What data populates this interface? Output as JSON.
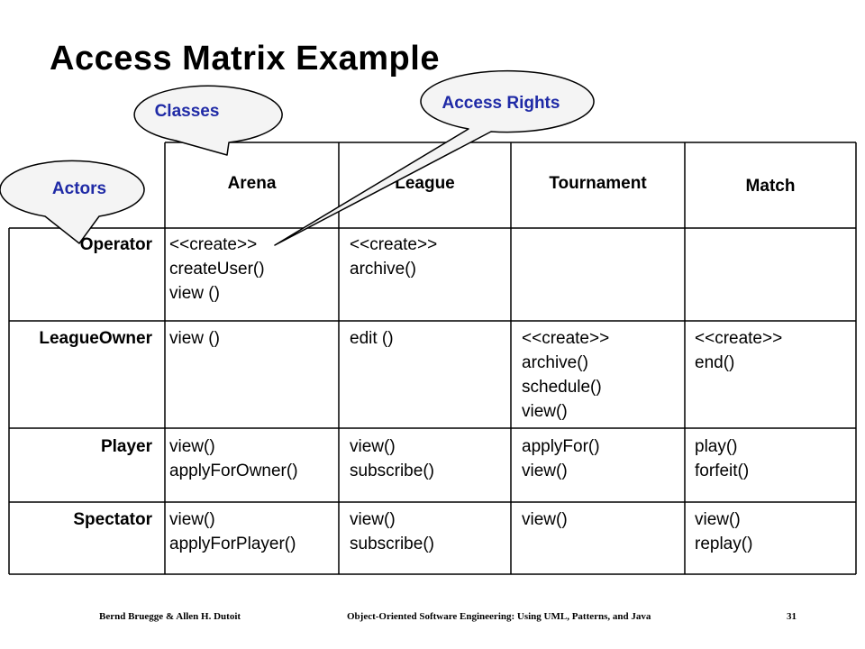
{
  "title": "Access Matrix Example",
  "callouts": {
    "classes": "Classes",
    "access_rights": "Access Rights",
    "actors": "Actors"
  },
  "columns": [
    "Arena",
    "League",
    "Tournament",
    "Match"
  ],
  "rows": [
    {
      "actor": "Operator",
      "cells": [
        [
          "<<create>>",
          "createUser()",
          "view ()"
        ],
        [
          "<<create>>",
          "archive()"
        ],
        [],
        []
      ]
    },
    {
      "actor": "LeagueOwner",
      "cells": [
        [
          "view ()"
        ],
        [
          "edit ()"
        ],
        [
          "<<create>>",
          "archive()",
          "schedule()",
          "view()"
        ],
        [
          "<<create>>",
          "end()"
        ]
      ]
    },
    {
      "actor": "Player",
      "cells": [
        [
          "view()",
          "applyForOwner()"
        ],
        [
          "view()",
          "subscribe()"
        ],
        [
          "applyFor()",
          "view()"
        ],
        [
          "play()",
          "forfeit()"
        ]
      ]
    },
    {
      "actor": "Spectator",
      "cells": [
        [
          "view()",
          "applyForPlayer()"
        ],
        [
          "view()",
          "subscribe()"
        ],
        [
          "view()"
        ],
        [
          "view()",
          "replay()"
        ]
      ]
    }
  ],
  "footer": {
    "authors": "Bernd Bruegge & Allen H. Dutoit",
    "book": "Object-Oriented Software Engineering: Using UML, Patterns, and Java",
    "page": "31"
  },
  "colors": {
    "callout_text": "#1f2aa6",
    "callout_fill": "#f4f4f4",
    "lines": "#000000"
  }
}
